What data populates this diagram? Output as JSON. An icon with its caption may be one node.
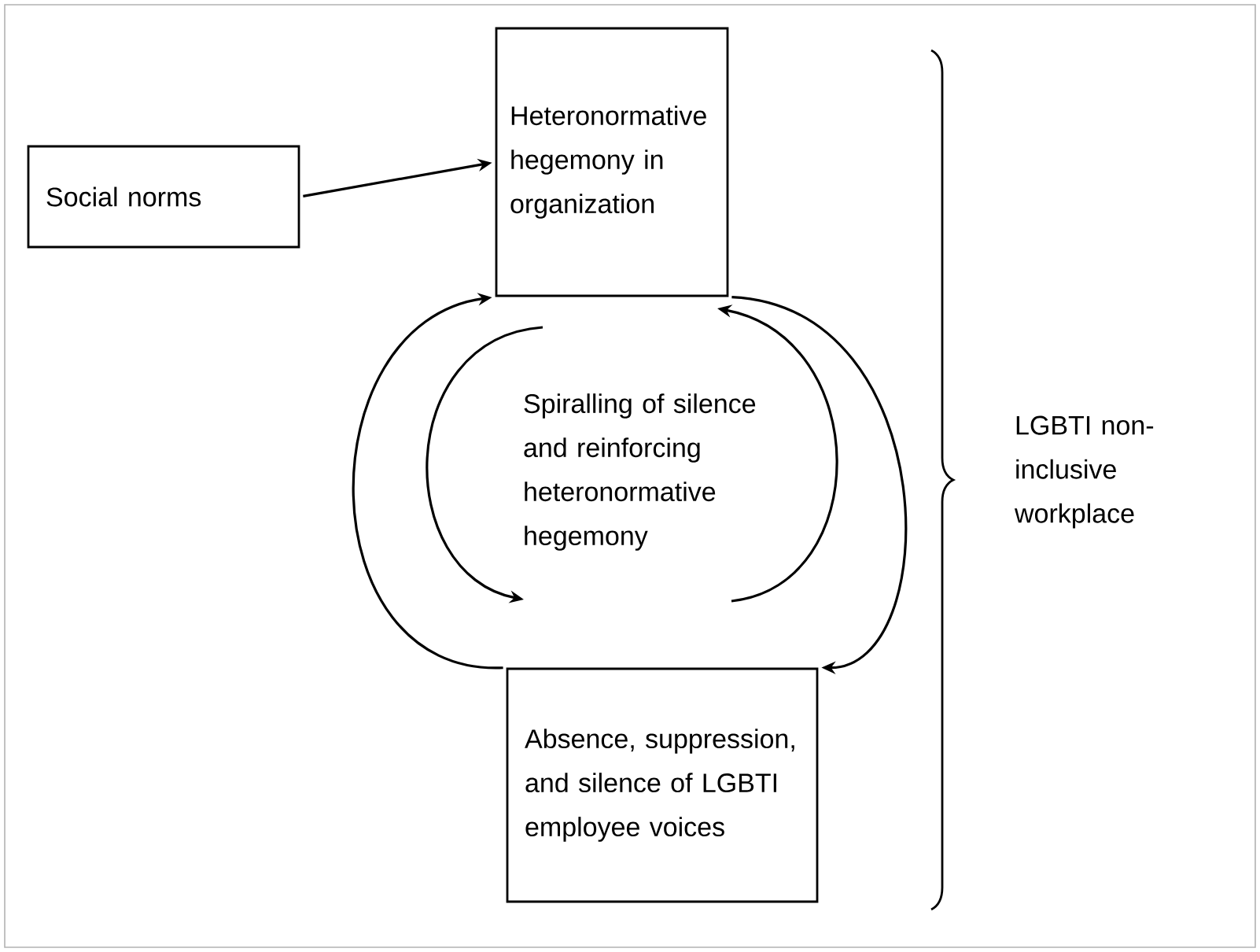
{
  "diagram": {
    "nodes": [
      {
        "text": [
          "Social norms"
        ]
      },
      {
        "text": [
          "Heteronormative hegemony in organization"
        ]
      },
      {
        "text": [
          "Spiralling of silence and reinforcing heteronormative hegemony"
        ]
      },
      {
        "text": [
          "Absence, suppression, and silence of LGBTI employee voices"
        ]
      },
      {
        "text": [
          "LGBTI non-inclusive workplace"
        ]
      }
    ],
    "edges": [
      {
        "from": 0,
        "to": 1,
        "arrow": "to"
      },
      {
        "from": 3,
        "to": 1,
        "arrow": "to"
      },
      {
        "from": 1,
        "to": 3,
        "arrow": "to"
      }
    ]
  }
}
